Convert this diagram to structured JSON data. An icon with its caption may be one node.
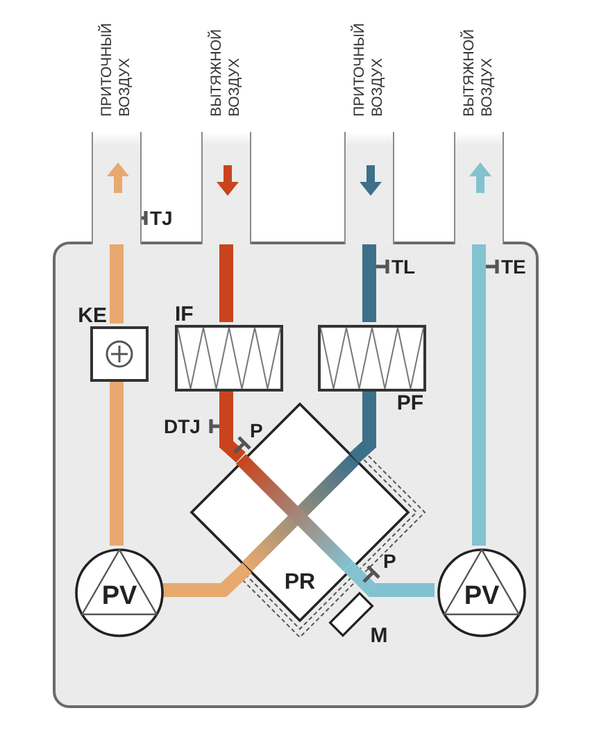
{
  "diagram": {
    "nodes": [
      {
        "text": [
          "ПРИТОЧНЫЙ ВОЗДУХ"
        ]
      },
      {
        "text": [
          "ВЫТЯЖНОЙ ВОЗДУХ"
        ]
      },
      {
        "text": [
          "ПРИТОЧНЫЙ ВОЗДУХ"
        ]
      },
      {
        "text": [
          "ВЫТЯЖНОЙ ВОЗДУХ"
        ]
      },
      {
        "text": [],
        "shape": "box"
      },
      {
        "text": [
          "KE"
        ],
        "in": 4
      },
      {
        "text": [
          "IF"
        ],
        "in": 4
      },
      {
        "text": [
          "PF"
        ],
        "in": 4
      },
      {
        "text": [
          "PR"
        ],
        "in": 4
      },
      {
        "text": [
          "PV"
        ],
        "in": 4
      },
      {
        "text": [
          "PV"
        ],
        "in": 4
      },
      {
        "text": [
          "M"
        ],
        "in": 4
      }
    ],
    "edges": [
      {
        "from": 2,
        "to": 7,
        "arrow": "none",
        "color": "#3d7089"
      },
      {
        "from": 7,
        "to": 8,
        "arrow": "none",
        "color": "#3d7089"
      },
      {
        "from": 8,
        "to": 9,
        "arrow": "none",
        "color": "#e8a96e"
      },
      {
        "from": 9,
        "to": 5,
        "arrow": "none",
        "color": "#e8a96e"
      },
      {
        "from": 5,
        "to": 0,
        "arrow": "none",
        "color": "#e8a96e"
      },
      {
        "from": 1,
        "to": 6,
        "arrow": "none",
        "color": "#c8441c"
      },
      {
        "from": 6,
        "to": 8,
        "arrow": "none",
        "color": "#c8441c"
      },
      {
        "from": 8,
        "to": 10,
        "arrow": "none",
        "color": "#83c2d0"
      },
      {
        "from": 10,
        "to": 3,
        "arrow": "none",
        "color": "#83c2d0"
      }
    ],
    "labels": [
      "TJ",
      "TL",
      "TE",
      "DTJ",
      "P",
      "P"
    ]
  }
}
